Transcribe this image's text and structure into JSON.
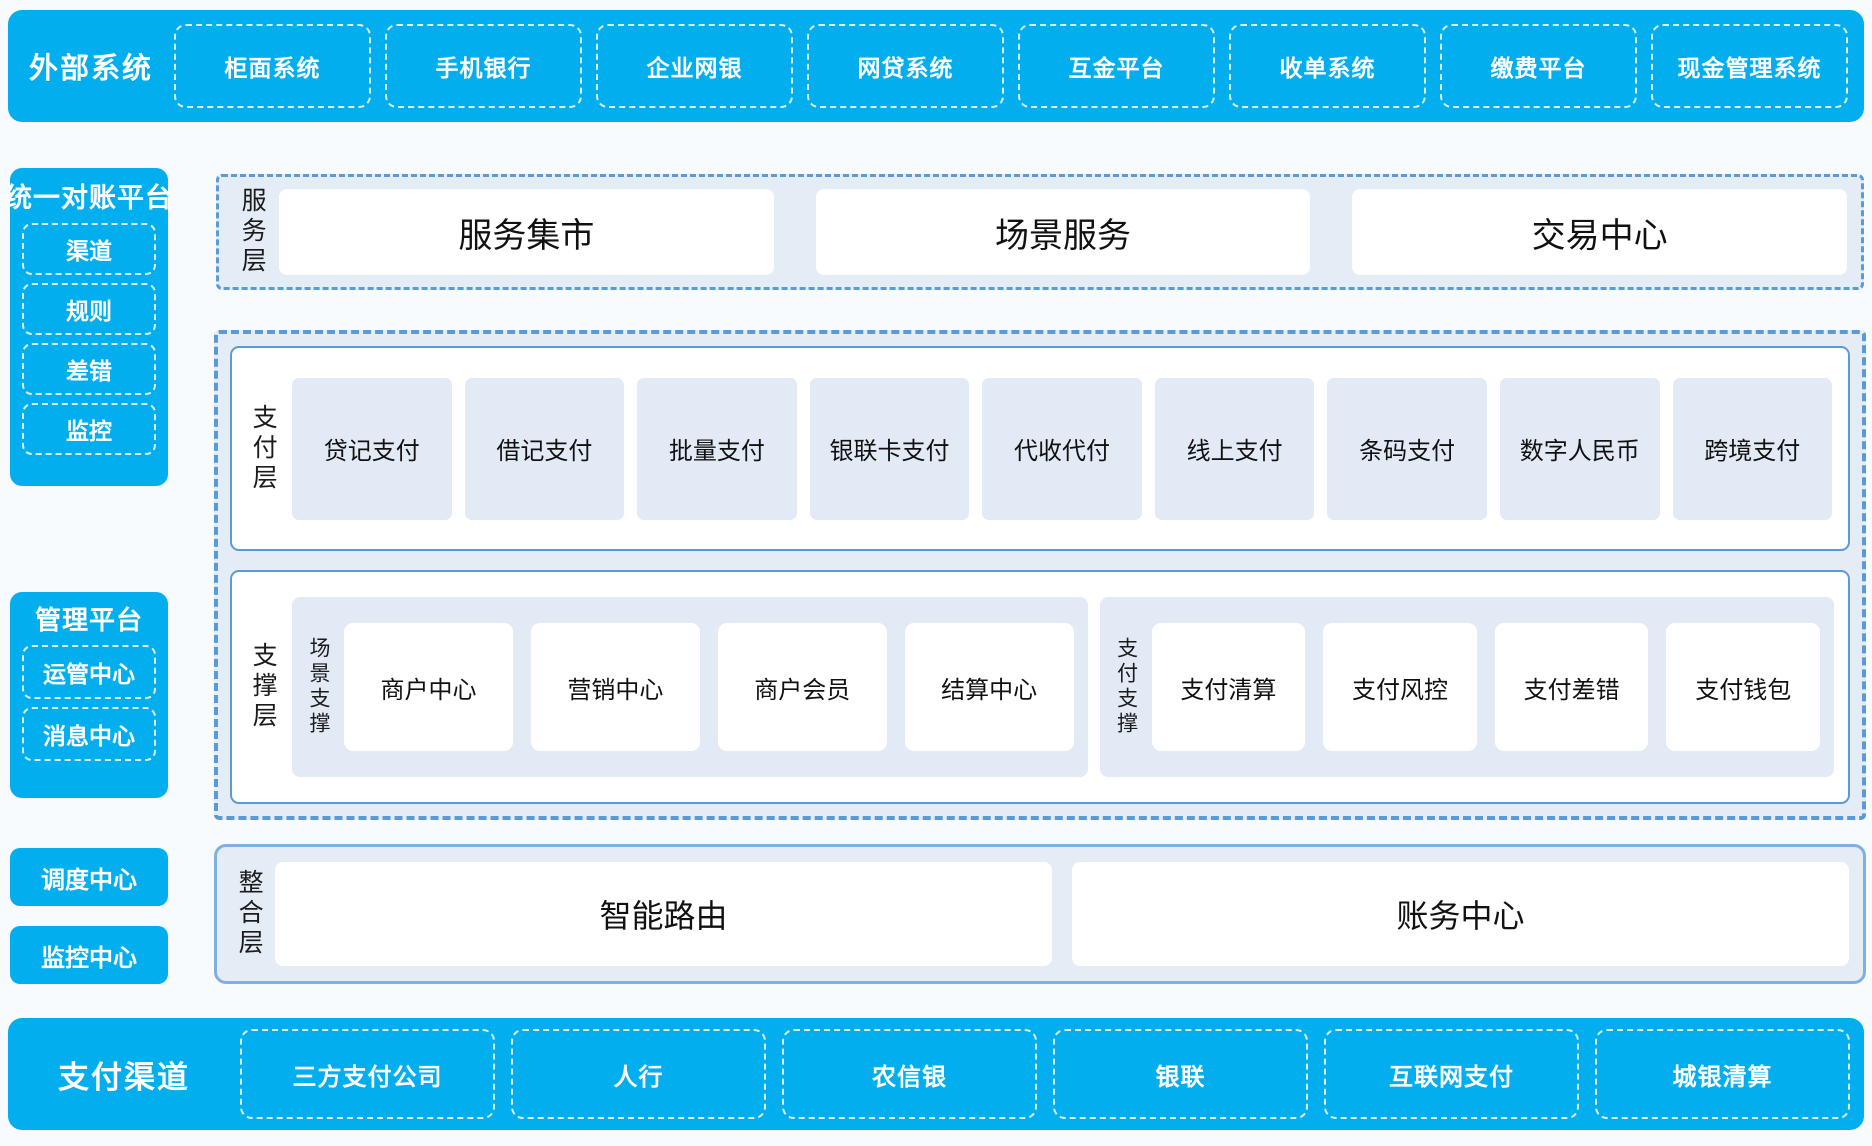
{
  "external_systems": {
    "title": "外部系统",
    "items": [
      "柜面系统",
      "手机银行",
      "企业网银",
      "网贷系统",
      "互金平台",
      "收单系统",
      "缴费平台",
      "现金管理系统"
    ]
  },
  "sidebar": {
    "reconciliation": {
      "title": "统一对账平台",
      "items": [
        "渠道",
        "规则",
        "差错",
        "监控"
      ]
    },
    "management": {
      "title": "管理平台",
      "items": [
        "运管中心",
        "消息中心"
      ]
    },
    "standalone": [
      {
        "label": "调度中心"
      },
      {
        "label": "监控中心"
      }
    ]
  },
  "service_layer": {
    "label": "服务层",
    "cards": [
      "服务集市",
      "场景服务",
      "交易中心"
    ]
  },
  "payment_layer": {
    "label": "支付层",
    "tiles": [
      "贷记支付",
      "借记支付",
      "批量支付",
      "银联卡支付",
      "代收代付",
      "线上支付",
      "条码支付",
      "数字人民币",
      "跨境支付"
    ]
  },
  "support_layer": {
    "label": "支撑层",
    "groups": [
      {
        "label": "场景支撑",
        "cards": [
          "商户中心",
          "营销中心",
          "商户会员",
          "结算中心"
        ]
      },
      {
        "label": "支付支撑",
        "cards": [
          "支付清算",
          "支付风控",
          "支付差错",
          "支付钱包"
        ]
      }
    ]
  },
  "integration_layer": {
    "label": "整合层",
    "cards": [
      "智能路由",
      "账务中心"
    ]
  },
  "payment_channels": {
    "title": "支付渠道",
    "items": [
      "三方支付公司",
      "人行",
      "农信银",
      "银联",
      "互联网支付",
      "城银清算"
    ]
  },
  "colors": {
    "brand_cyan": "#03aeee",
    "accent_blue": "#5b9bd5",
    "panel_bg": "#e4ecf6",
    "tile_bg": "#e1eaf5",
    "page_bg": "#f7fbfd"
  }
}
